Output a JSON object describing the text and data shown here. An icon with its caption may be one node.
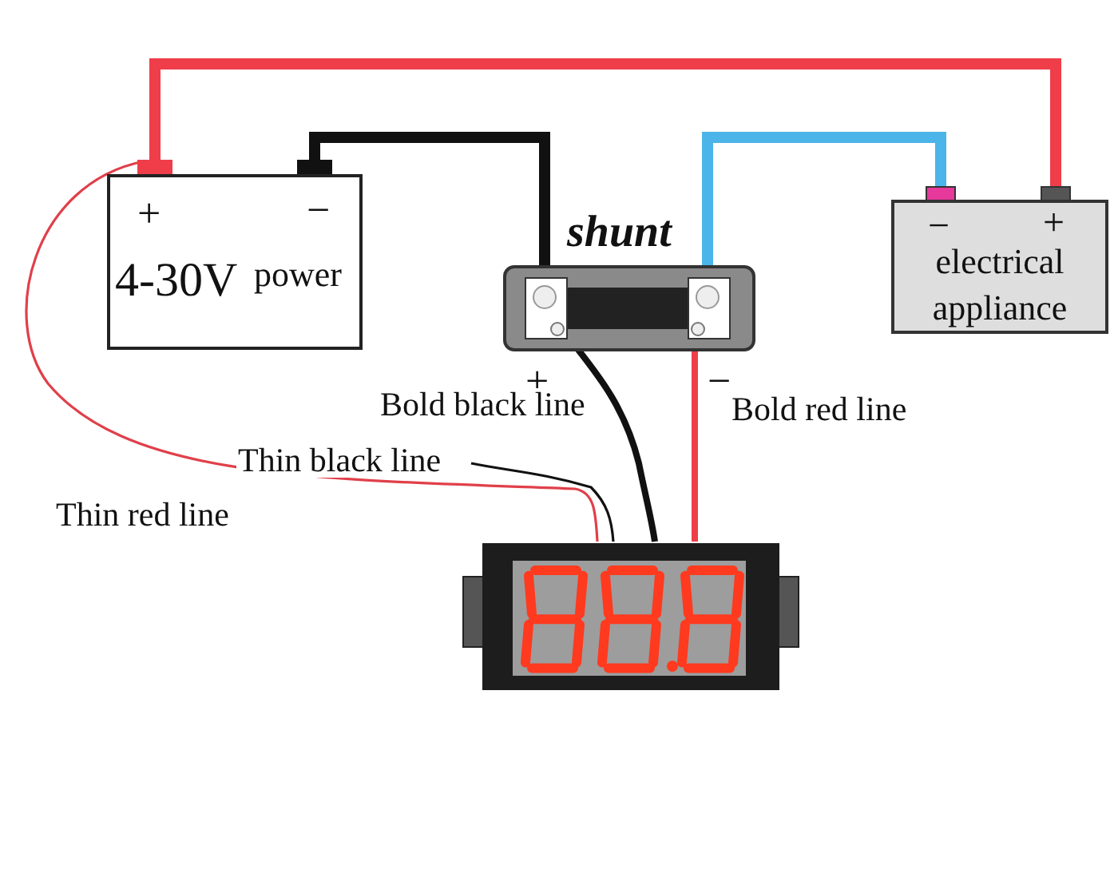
{
  "diagram": {
    "nodes": [
      {
        "text": [
          "+",
          "−",
          "4-30V",
          "power"
        ]
      },
      {
        "text": [
          "shunt"
        ],
        "beside": [
          "+",
          "−"
        ]
      },
      {
        "text": [
          "−",
          "+",
          "electrical appliance"
        ]
      },
      {
        "text": [],
        "shape": "picture"
      }
    ],
    "edges": [
      {
        "from": 0,
        "to": 2,
        "arrow": "none",
        "color": "#ef3e4a"
      },
      {
        "from": 0,
        "to": 1,
        "arrow": "none"
      },
      {
        "from": 1,
        "to": 2,
        "arrow": "none",
        "color": "#4bb4e8"
      },
      {
        "from": 0,
        "to": 3,
        "arrow": "none",
        "label": "Thin red line",
        "color": "#e0404a"
      },
      {
        "from": null,
        "to": 3,
        "arrow": "none",
        "label": "Thin black line"
      },
      {
        "from": 1,
        "to": 3,
        "arrow": "none",
        "label": "Bold black line"
      },
      {
        "from": 1,
        "to": 3,
        "arrow": "none",
        "label": "Bold red line",
        "color": "#ef3e4a"
      }
    ]
  }
}
